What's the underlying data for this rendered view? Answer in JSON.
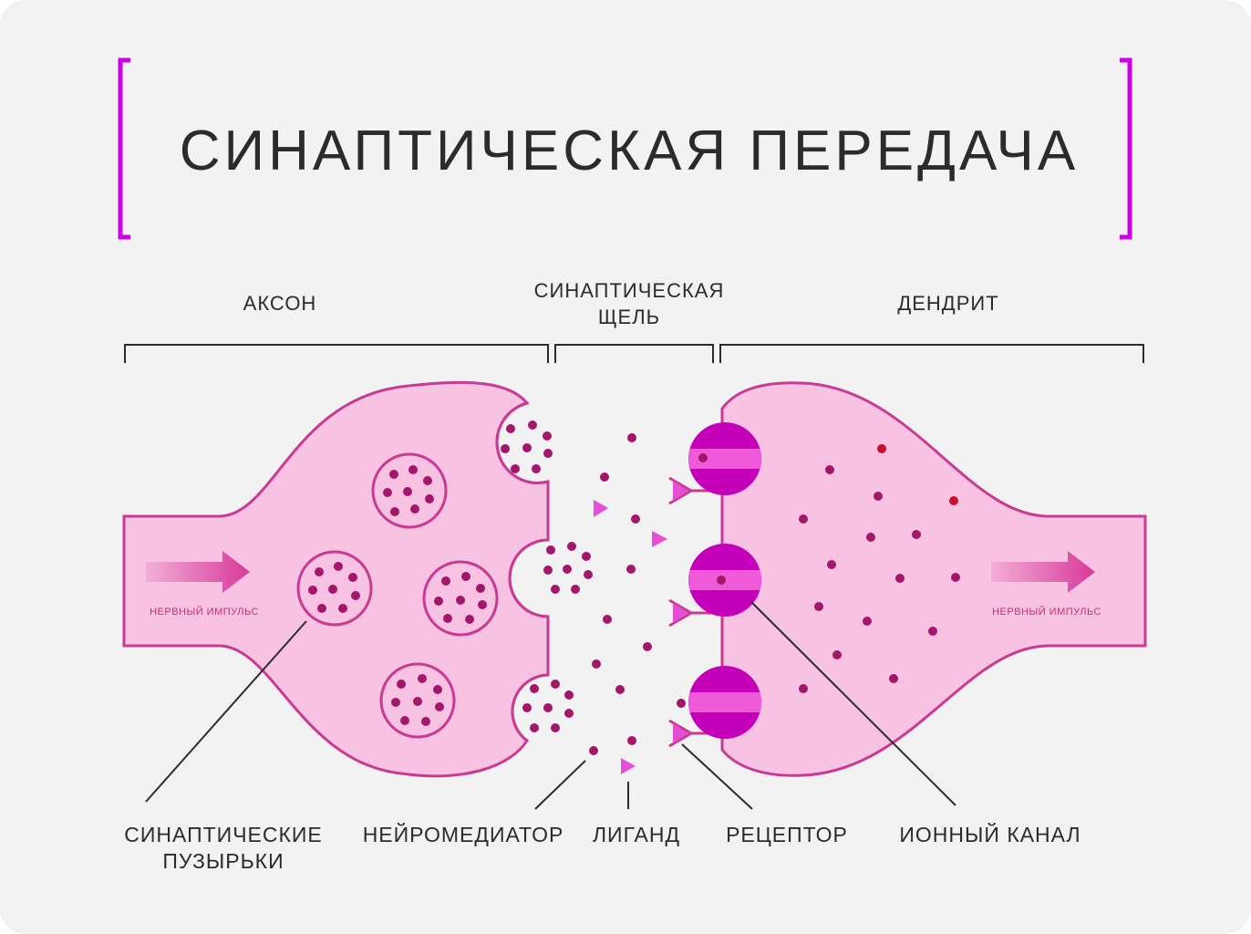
{
  "title": "СИНАПТИЧЕСКАЯ ПЕРЕДАЧА",
  "sections": {
    "axon": "АКСОН",
    "cleft_line1": "СИНАПТИЧЕСКАЯ",
    "cleft_line2": "ЩЕЛЬ",
    "dendrite": "ДЕНДРИТ"
  },
  "impulse": {
    "left": "НЕРВНЫЙ ИМПУЛЬС",
    "right": "НЕРВНЫЙ ИМПУЛЬС"
  },
  "callouts": {
    "vesicles_line1": "СИНАПТИЧЕСКИЕ",
    "vesicles_line2": "ПУЗЫРЬКИ",
    "neurotransmitter": "НЕЙРОМЕДИАТОР",
    "ligand": "ЛИГАНД",
    "receptor": "РЕЦЕПТОР",
    "ion_channel": "ИОННЫЙ КАНАЛ"
  },
  "colors": {
    "accent_bracket": "#cc00e6",
    "cell_fill": "#f8c3e3",
    "cell_stroke": "#c93a92",
    "molecule": "#a3166a",
    "ligand": "#e54fd6",
    "channel": "#c400b8",
    "channel_stripe": "#ee5ad8",
    "red_molecule": "#c8102e",
    "text": "#2b2b2b"
  }
}
